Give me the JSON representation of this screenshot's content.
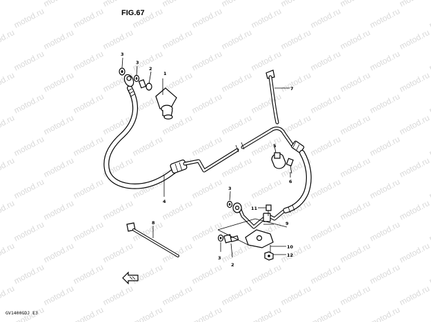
{
  "figure": {
    "title": "FIG.67",
    "footer": "GV1400GDJ E3",
    "watermark": "motod.ru"
  },
  "callouts": [
    {
      "id": "c1",
      "label": "1"
    },
    {
      "id": "c2a",
      "label": "2"
    },
    {
      "id": "c2b",
      "label": "2"
    },
    {
      "id": "c3a",
      "label": "3"
    },
    {
      "id": "c3b",
      "label": "3"
    },
    {
      "id": "c3c",
      "label": "3"
    },
    {
      "id": "c3d",
      "label": "3"
    },
    {
      "id": "c4",
      "label": "4"
    },
    {
      "id": "c5",
      "label": "5"
    },
    {
      "id": "c6",
      "label": "6"
    },
    {
      "id": "c7",
      "label": "7"
    },
    {
      "id": "c8",
      "label": "8"
    },
    {
      "id": "c9",
      "label": "9"
    },
    {
      "id": "c10",
      "label": "10"
    },
    {
      "id": "c11",
      "label": "11"
    },
    {
      "id": "c12",
      "label": "12"
    }
  ],
  "colors": {
    "line": "#000000",
    "background": "#ffffff",
    "watermark": "#d9d9d9"
  },
  "icons": {
    "direction": "front-arrow-icon"
  }
}
